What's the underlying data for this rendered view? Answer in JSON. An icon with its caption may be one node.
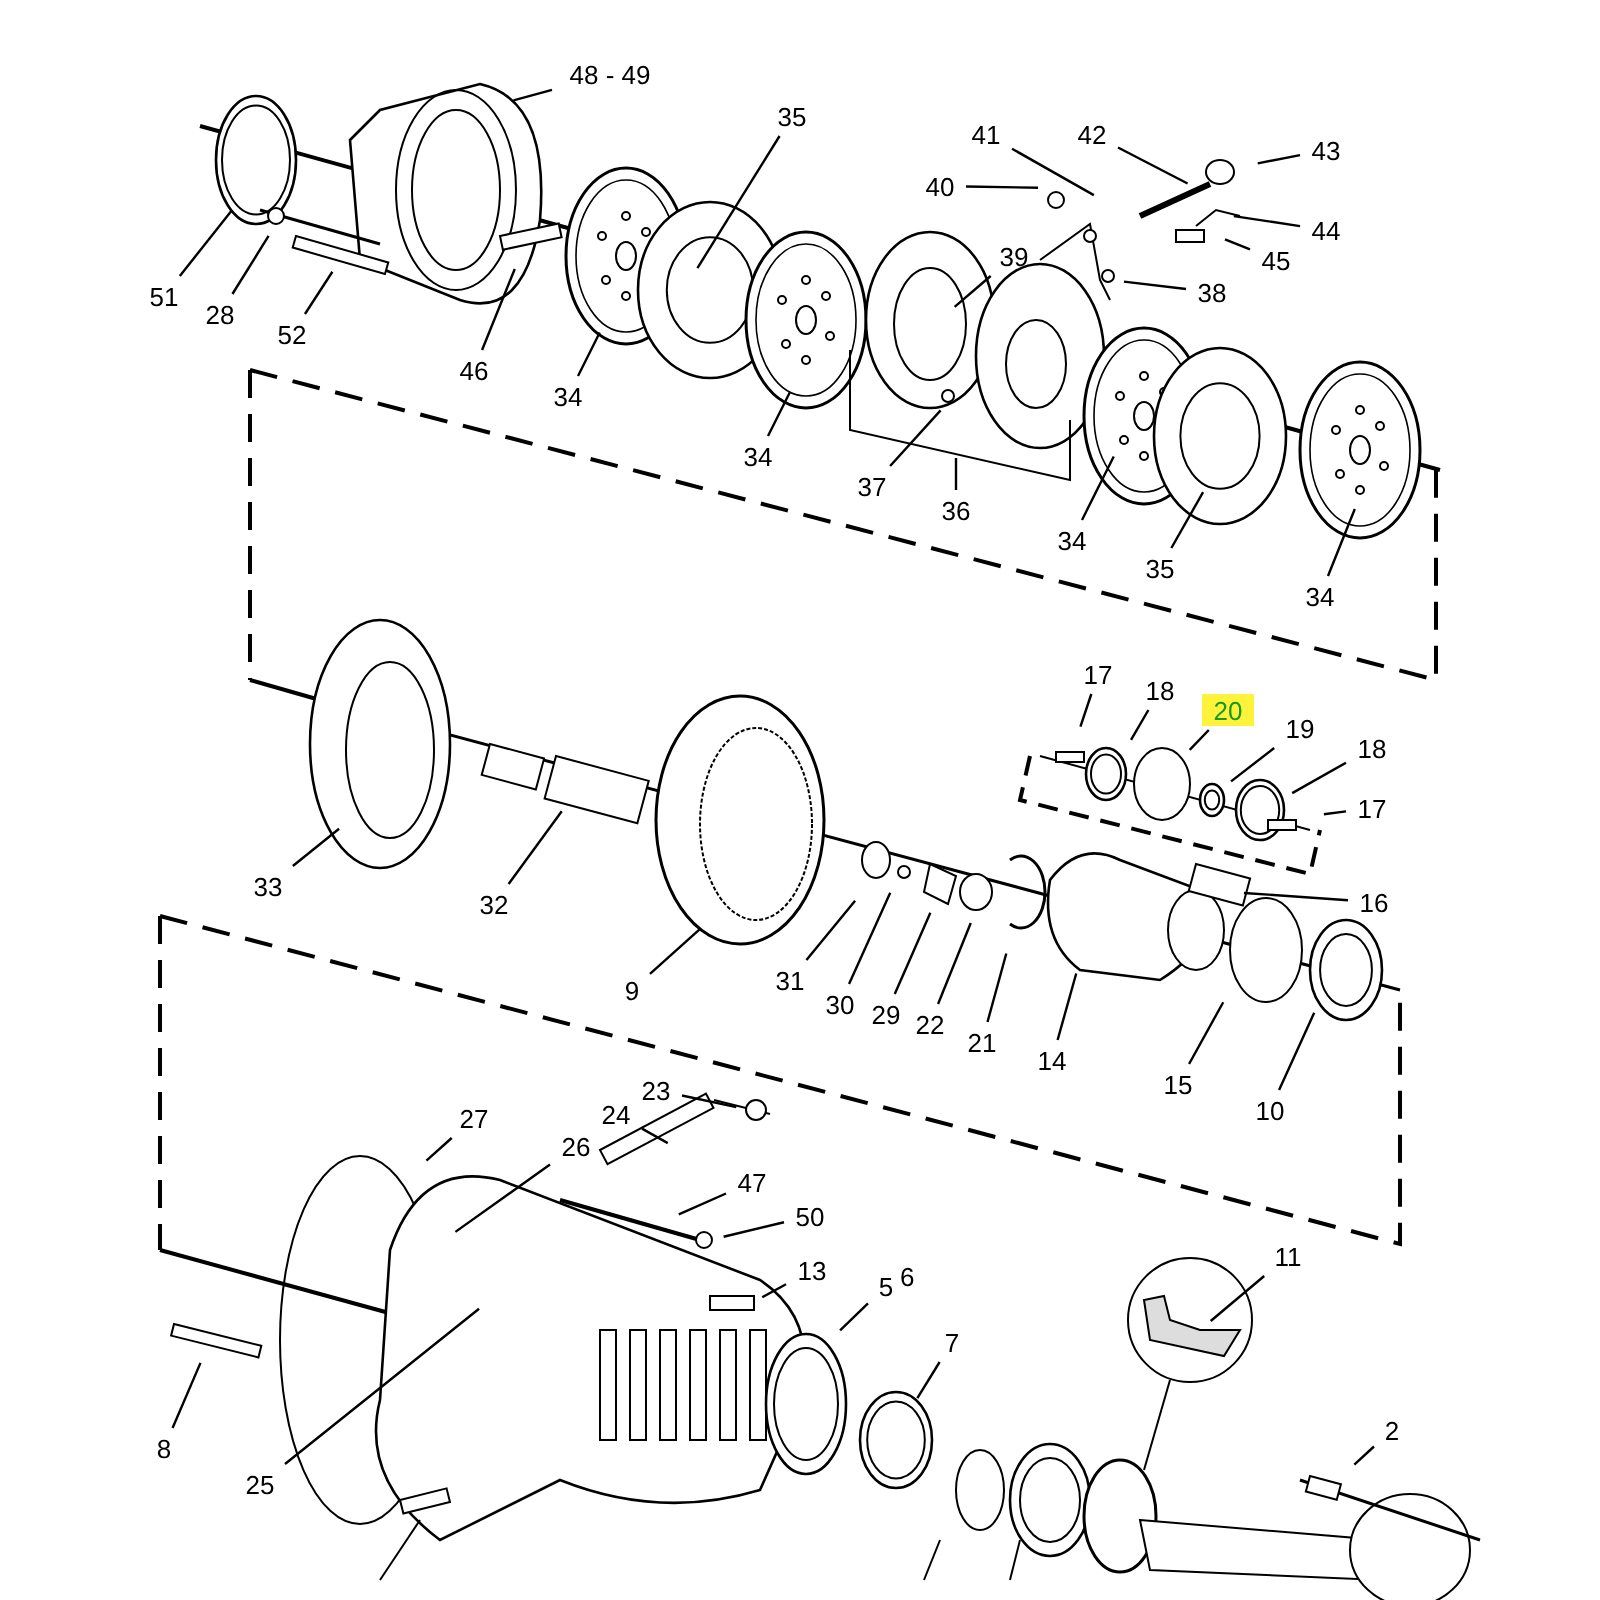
{
  "diagram": {
    "nodes": [
      {
        "text": [
          "48 - 49"
        ]
      },
      {
        "text": [
          "35"
        ]
      },
      {
        "text": [
          "41"
        ]
      },
      {
        "text": [
          "42"
        ]
      },
      {
        "text": [
          "43"
        ]
      },
      {
        "text": [
          "40"
        ]
      },
      {
        "text": [
          "44"
        ]
      },
      {
        "text": [
          "39"
        ]
      },
      {
        "text": [
          "45"
        ]
      },
      {
        "text": [
          "38"
        ]
      },
      {
        "text": [
          "51"
        ]
      },
      {
        "text": [
          "28"
        ]
      },
      {
        "text": [
          "52"
        ]
      },
      {
        "text": [
          "46"
        ]
      },
      {
        "text": [
          "34"
        ]
      },
      {
        "text": [
          "34"
        ]
      },
      {
        "text": [
          "37"
        ]
      },
      {
        "text": [
          "36"
        ]
      },
      {
        "text": [
          "34"
        ]
      },
      {
        "text": [
          "35"
        ]
      },
      {
        "text": [
          "34"
        ]
      },
      {
        "text": [
          "17"
        ]
      },
      {
        "text": [
          "18"
        ]
      },
      {
        "text": [
          "20"
        ]
      },
      {
        "text": [
          "19"
        ]
      },
      {
        "text": [
          "18"
        ]
      },
      {
        "text": [
          "17"
        ]
      },
      {
        "text": [
          "16"
        ]
      },
      {
        "text": [
          "33"
        ]
      },
      {
        "text": [
          "32"
        ]
      },
      {
        "text": [
          "9"
        ]
      },
      {
        "text": [
          "31"
        ]
      },
      {
        "text": [
          "30"
        ]
      },
      {
        "text": [
          "29"
        ]
      },
      {
        "text": [
          "22"
        ]
      },
      {
        "text": [
          "21"
        ]
      },
      {
        "text": [
          "14"
        ]
      },
      {
        "text": [
          "15"
        ]
      },
      {
        "text": [
          "10"
        ]
      },
      {
        "text": [
          "23"
        ]
      },
      {
        "text": [
          "27"
        ]
      },
      {
        "text": [
          "24"
        ]
      },
      {
        "text": [
          "26"
        ]
      },
      {
        "text": [
          "47"
        ]
      },
      {
        "text": [
          "50"
        ]
      },
      {
        "text": [
          "13"
        ]
      },
      {
        "text": [
          "5"
        ]
      },
      {
        "text": [
          "7"
        ]
      },
      {
        "text": [
          "11"
        ]
      },
      {
        "text": [
          "2"
        ]
      },
      {
        "text": [
          "8"
        ]
      },
      {
        "text": [
          "25"
        ]
      }
    ],
    "edges": [
      {
        "from": 0,
        "to": null,
        "arrow": "none"
      },
      {
        "from": 1,
        "to": null,
        "arrow": "none"
      },
      {
        "from": 2,
        "to": null,
        "arrow": "none"
      },
      {
        "from": 3,
        "to": null,
        "arrow": "none"
      },
      {
        "from": 4,
        "to": null,
        "arrow": "none"
      },
      {
        "from": 5,
        "to": null,
        "arrow": "none"
      },
      {
        "from": 6,
        "to": null,
        "arrow": "none"
      },
      {
        "from": 7,
        "to": null,
        "arrow": "none"
      },
      {
        "from": 8,
        "to": null,
        "arrow": "none"
      },
      {
        "from": 9,
        "to": null,
        "arrow": "none"
      },
      {
        "from": 10,
        "to": null,
        "arrow": "none"
      },
      {
        "from": 11,
        "to": null,
        "arrow": "none"
      },
      {
        "from": 12,
        "to": null,
        "arrow": "none"
      },
      {
        "from": 13,
        "to": null,
        "arrow": "none"
      },
      {
        "from": 14,
        "to": null,
        "arrow": "none"
      },
      {
        "from": 15,
        "to": null,
        "arrow": "none"
      },
      {
        "from": 16,
        "to": null,
        "arrow": "none"
      },
      {
        "from": 17,
        "to": null,
        "arrow": "none"
      },
      {
        "from": 18,
        "to": null,
        "arrow": "none"
      },
      {
        "from": 19,
        "to": null,
        "arrow": "none"
      },
      {
        "from": 20,
        "to": null,
        "arrow": "none"
      },
      {
        "from": 21,
        "to": null,
        "arrow": "none"
      },
      {
        "from": 22,
        "to": null,
        "arrow": "none"
      },
      {
        "from": 23,
        "to": null,
        "arrow": "none"
      },
      {
        "from": 24,
        "to": null,
        "arrow": "none"
      },
      {
        "from": 25,
        "to": null,
        "arrow": "none"
      },
      {
        "from": 26,
        "to": null,
        "arrow": "none"
      },
      {
        "from": 27,
        "to": null,
        "arrow": "none"
      },
      {
        "from": 28,
        "to": null,
        "arrow": "none"
      },
      {
        "from": 29,
        "to": null,
        "arrow": "none"
      },
      {
        "from": 30,
        "to": null,
        "arrow": "none"
      },
      {
        "from": 31,
        "to": null,
        "arrow": "none"
      },
      {
        "from": 32,
        "to": null,
        "arrow": "none"
      },
      {
        "from": 33,
        "to": null,
        "arrow": "none"
      },
      {
        "from": 34,
        "to": null,
        "arrow": "none"
      },
      {
        "from": 35,
        "to": null,
        "arrow": "none"
      },
      {
        "from": 36,
        "to": null,
        "arrow": "none"
      },
      {
        "from": 37,
        "to": null,
        "arrow": "none"
      },
      {
        "from": 38,
        "to": null,
        "arrow": "none"
      },
      {
        "from": 39,
        "to": null,
        "arrow": "none"
      },
      {
        "from": 40,
        "to": null,
        "arrow": "none"
      },
      {
        "from": 41,
        "to": null,
        "arrow": "none"
      },
      {
        "from": 42,
        "to": null,
        "arrow": "none"
      },
      {
        "from": 43,
        "to": null,
        "arrow": "none"
      },
      {
        "from": 44,
        "to": null,
        "arrow": "none"
      },
      {
        "from": 45,
        "to": null,
        "arrow": "none"
      },
      {
        "from": 46,
        "to": null,
        "arrow": "none"
      },
      {
        "from": 47,
        "to": null,
        "arrow": "none"
      },
      {
        "from": 48,
        "to": null,
        "arrow": "none"
      },
      {
        "from": 49,
        "to": null,
        "arrow": "none"
      },
      {
        "from": 50,
        "to": null,
        "arrow": "none"
      },
      {
        "from": 51,
        "to": null,
        "arrow": "none"
      }
    ],
    "labels": [
      "6"
    ]
  }
}
